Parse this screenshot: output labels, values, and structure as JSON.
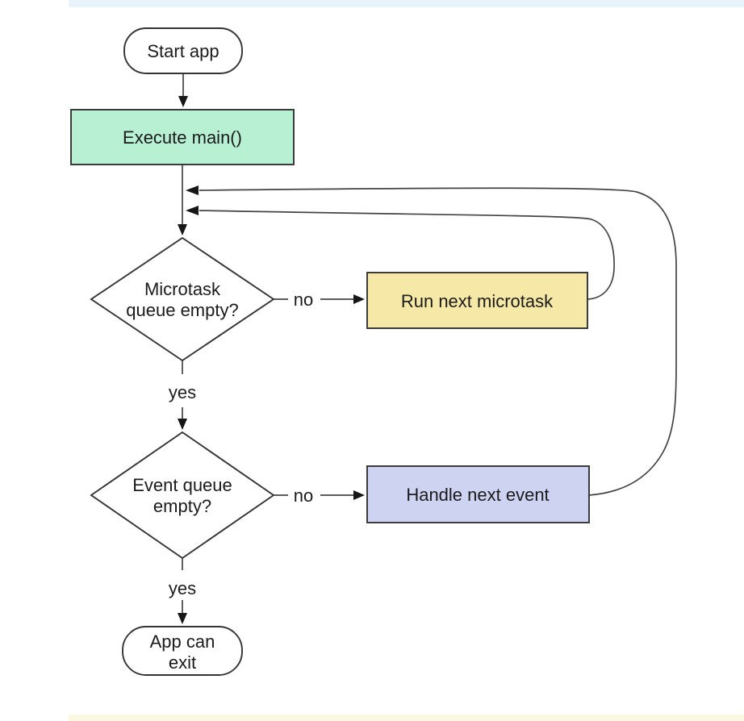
{
  "page": {
    "top_strip_color": "#e9f4fa",
    "bottom_strip_color": "#fbf8e2",
    "background": "#ffffff"
  },
  "colors": {
    "edge": "#444444",
    "arrow": "#161616",
    "node_border": "#333333",
    "terminator_fill": "#ffffff",
    "decision_fill": "#ffffff",
    "execute_fill": "#b7f0d2",
    "microtask_fill": "#f6e8a6",
    "event_fill": "#ced3f2"
  },
  "flowchart": {
    "start": {
      "label": "Start app"
    },
    "execute_main": {
      "label": "Execute main()"
    },
    "microtask_check": {
      "line1": "Microtask",
      "line2": "queue empty?"
    },
    "run_microtask": {
      "label": "Run next microtask"
    },
    "event_check": {
      "line1": "Event queue",
      "line2": "empty?"
    },
    "handle_event": {
      "label": "Handle next event"
    },
    "app_exit": {
      "line1": "App can",
      "line2": "exit"
    },
    "labels": {
      "microtask_no": "no",
      "microtask_yes": "yes",
      "event_no": "no",
      "event_yes": "yes"
    }
  }
}
